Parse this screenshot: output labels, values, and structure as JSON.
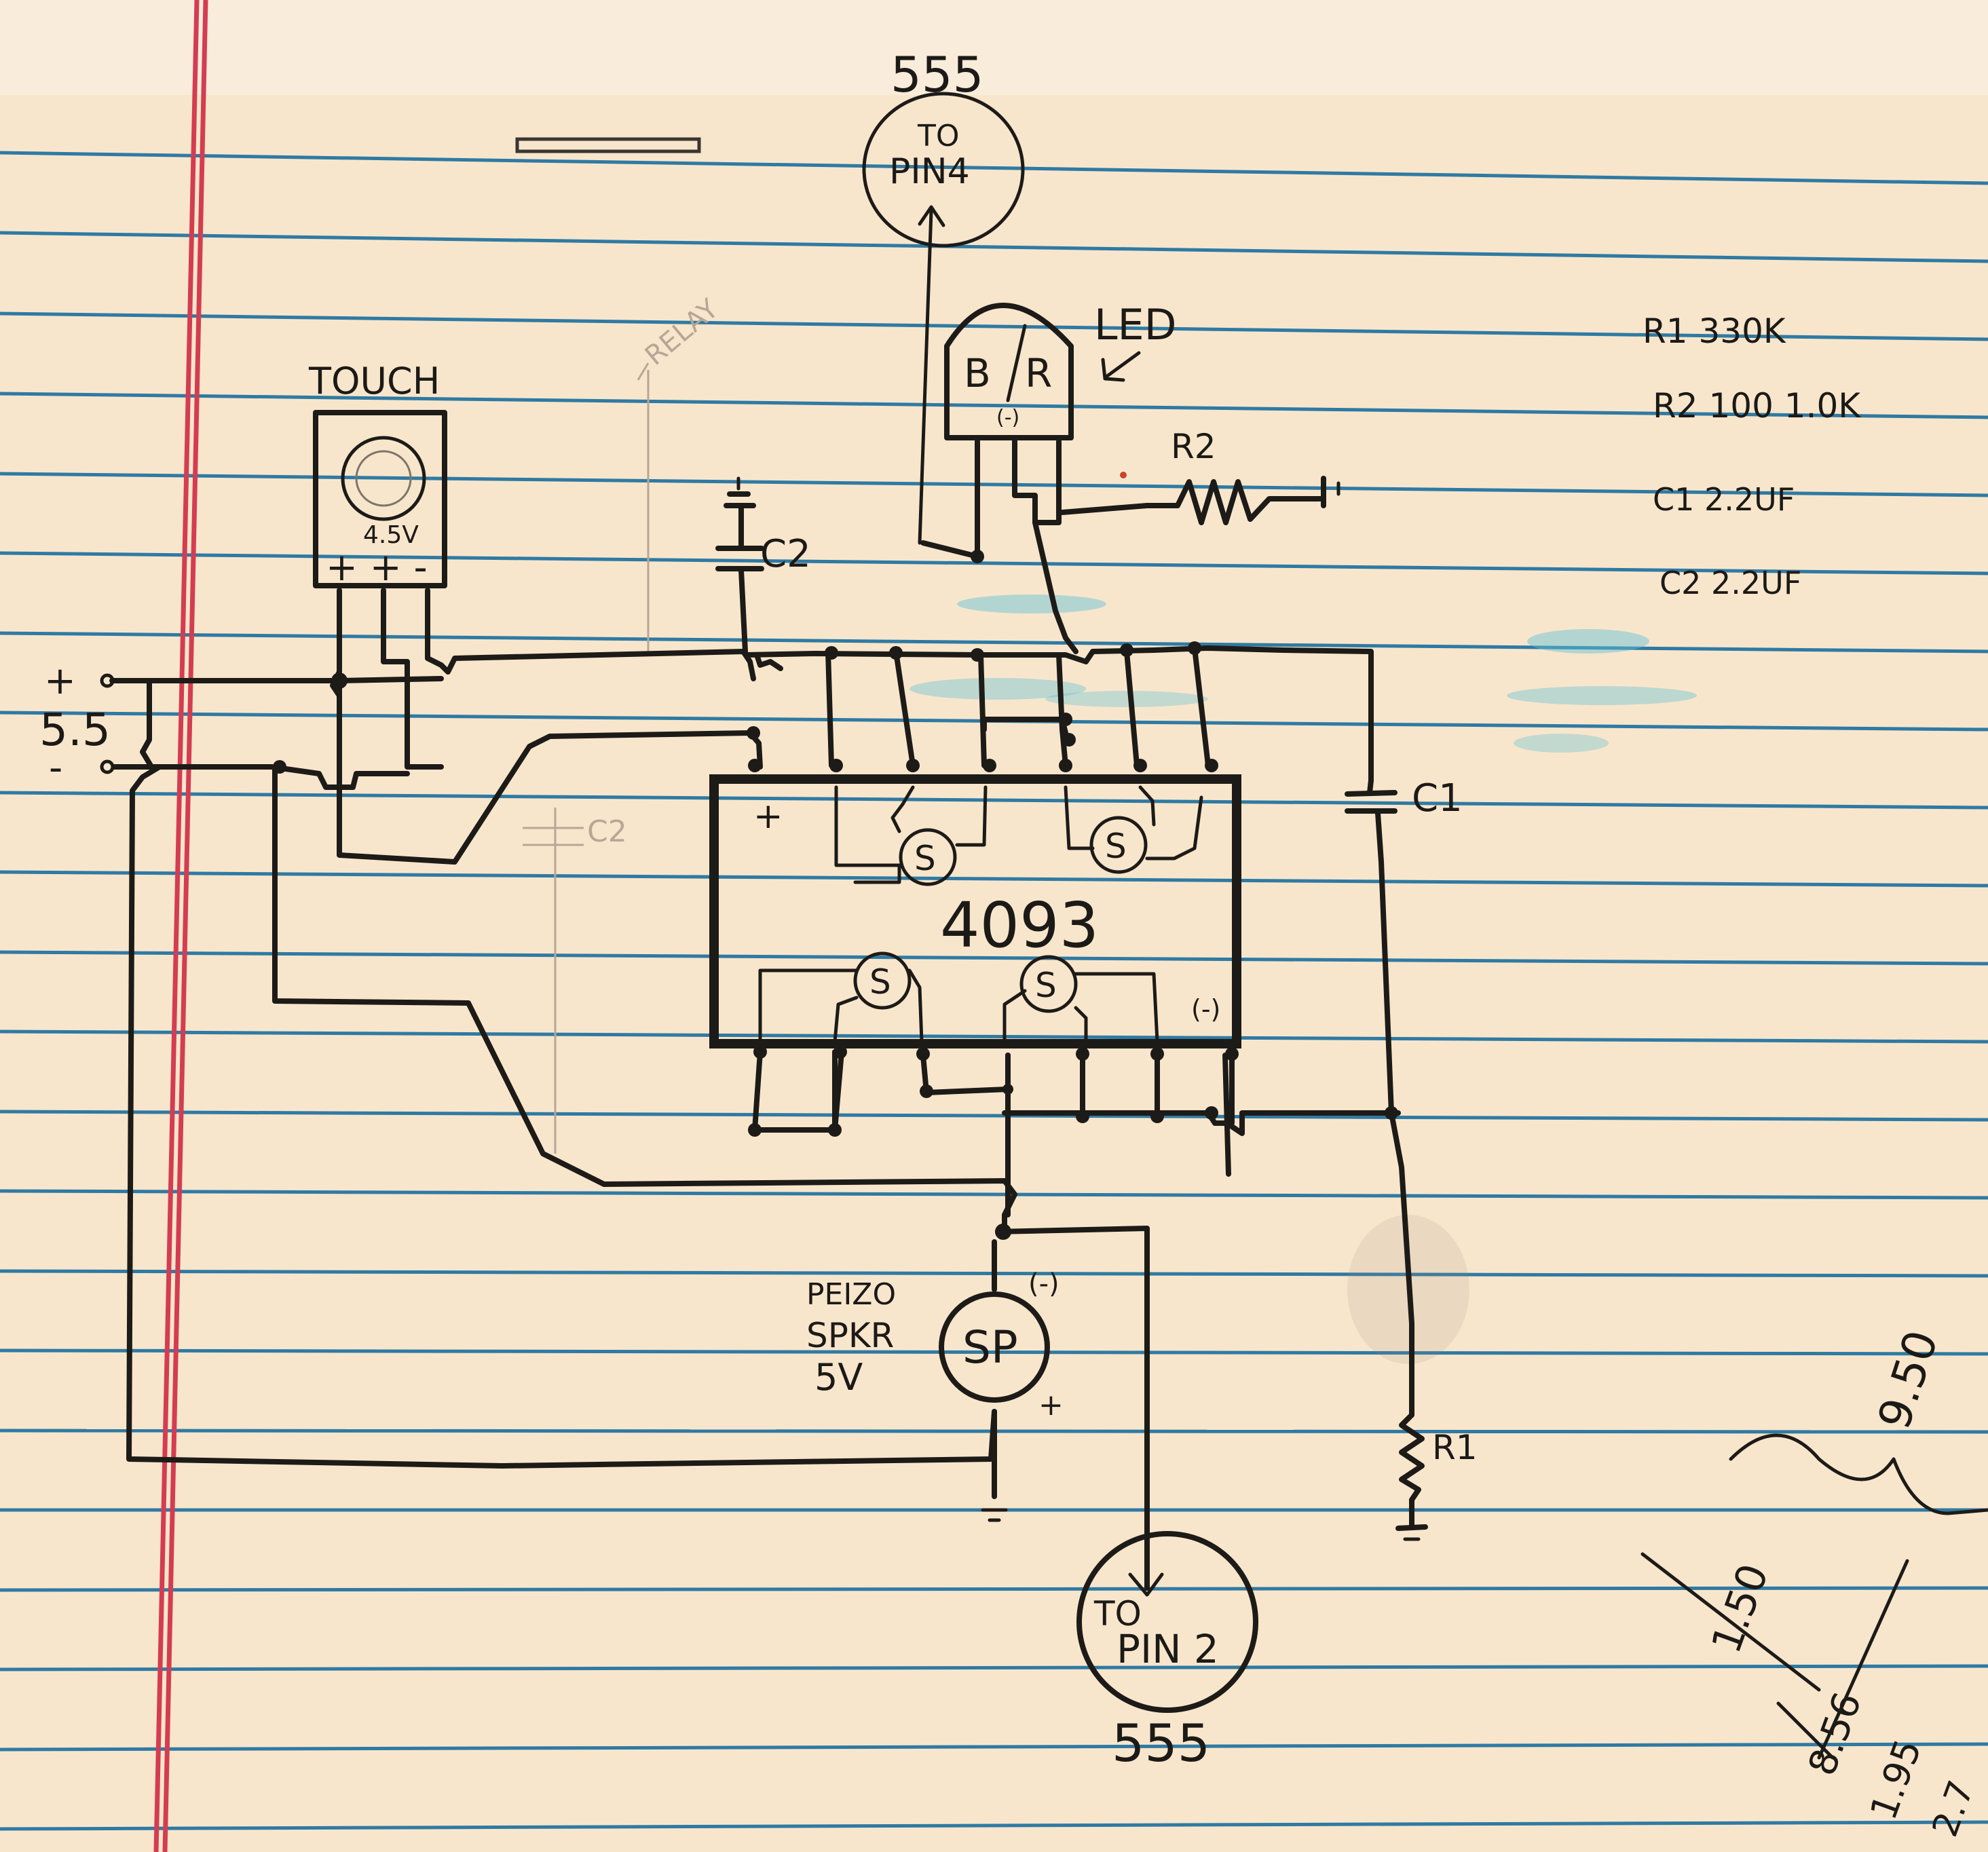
{
  "labels": {
    "top_chip": "555",
    "top_target_line1": "TO",
    "top_target_line2": "PIN4",
    "led": "LED",
    "led_b": "B",
    "led_r": "R",
    "led_neg": "(-)",
    "touch": "TOUCH",
    "touch_voltage": "4.5V",
    "touch_pins": "+ + -",
    "r2": "R2",
    "c2": "C2",
    "c2_faint": "C2",
    "relay_faint": "RELAY",
    "chip": "4093",
    "chip_plus": "+",
    "chip_minus": "(-)",
    "gate": "S",
    "c1": "C1",
    "r1": "R1",
    "supply_plus": "+",
    "supply_minus": "-",
    "supply_voltage": "5.5",
    "speaker_line1": "PEIZO",
    "speaker_line2": "SPKR",
    "speaker_line3": "5V",
    "speaker_symbol": "SP",
    "speaker_neg": "(-)",
    "speaker_plus": "+",
    "bottom_target_line1": "TO",
    "bottom_target_line2": "PIN 2",
    "bottom_chip": "555"
  },
  "parts_list": [
    "R1 330K",
    "R2 100 1.0K",
    "C1 2.2UF",
    "C2 2.2UF"
  ],
  "margin_notes": {
    "n1": "9.50",
    "n2": "1.50",
    "n3": "8.56",
    "n4": "1.95",
    "n5": "2.7"
  }
}
